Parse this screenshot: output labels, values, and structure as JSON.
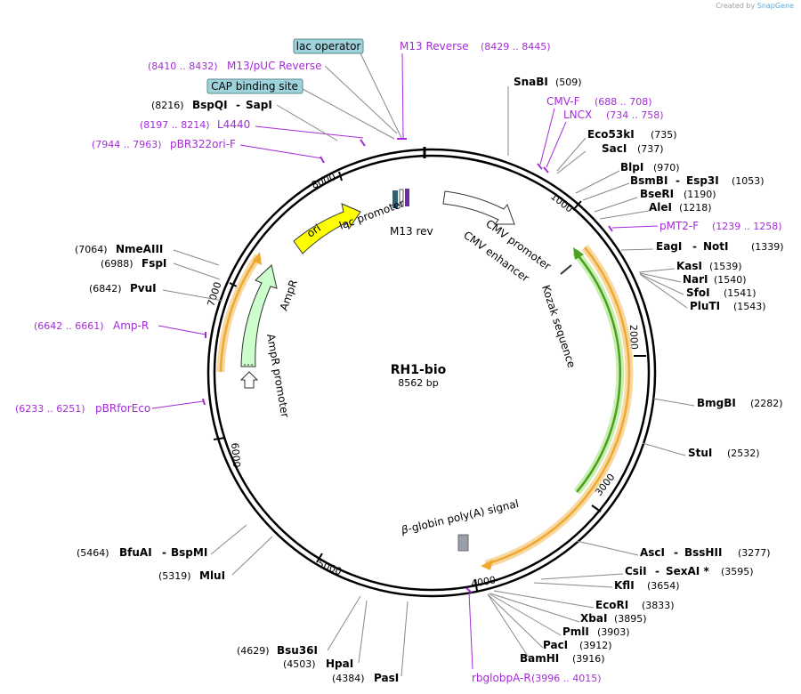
{
  "credit": {
    "prefix": "Created by",
    "brand": "SnapGene"
  },
  "plasmid": {
    "name": "RH1-bio",
    "size_label": "8562 bp"
  },
  "ticks": [
    "1000",
    "2000",
    "3000",
    "4000",
    "5000",
    "6000",
    "7000",
    "8000"
  ],
  "boxed_labels": [
    {
      "label": "lac operator"
    },
    {
      "label": "CAP binding site"
    }
  ],
  "sites": [
    {
      "name": "SnaBI",
      "pos": "(509)"
    },
    {
      "name": "Eco53kI",
      "pos": "(735)"
    },
    {
      "name": "SacI",
      "pos": "(737)"
    },
    {
      "name": "BlpI",
      "pos": "(970)"
    },
    {
      "name": "BsmBI",
      "name2": "Esp3I",
      "pos": "(1053)"
    },
    {
      "name": "BseRI",
      "pos": "(1190)"
    },
    {
      "name": "AleI",
      "pos": "(1218)"
    },
    {
      "name": "EagI",
      "name2": "NotI",
      "pos": "(1339)"
    },
    {
      "name": "KasI",
      "pos": "(1539)"
    },
    {
      "name": "NarI",
      "pos": "(1540)"
    },
    {
      "name": "SfoI",
      "pos": "(1541)"
    },
    {
      "name": "PluTI",
      "pos": "(1543)"
    },
    {
      "name": "BmgBI",
      "pos": "(2282)"
    },
    {
      "name": "StuI",
      "pos": "(2532)"
    },
    {
      "name": "AscI",
      "name2": "BssHII",
      "pos": "(3277)"
    },
    {
      "name": "CsiI",
      "name2": "SexAI *",
      "pos": "(3595)"
    },
    {
      "name": "KflI",
      "pos": "(3654)"
    },
    {
      "name": "EcoRI",
      "pos": "(3833)"
    },
    {
      "name": "XbaI",
      "pos": "(3895)"
    },
    {
      "name": "PmlI",
      "pos": "(3903)"
    },
    {
      "name": "PacI",
      "pos": "(3912)"
    },
    {
      "name": "BamHI",
      "pos": "(3916)"
    },
    {
      "name": "PasI",
      "pos": "(4384)"
    },
    {
      "name": "HpaI",
      "pos": "(4503)"
    },
    {
      "name": "Bsu36I",
      "pos": "(4629)"
    },
    {
      "name": "MluI",
      "pos": "(5319)"
    },
    {
      "name": "BfuAI",
      "name2": "BspMI",
      "pos": "(5464)"
    },
    {
      "name": "PvuI",
      "pos": "(6842)"
    },
    {
      "name": "FspI",
      "pos": "(6988)"
    },
    {
      "name": "NmeAIII",
      "pos": "(7064)"
    },
    {
      "name": "BspQI",
      "name2": "SapI",
      "pos": "(8216)"
    }
  ],
  "primers": [
    {
      "name": "M13 Reverse",
      "pos": "(8429 .. 8445)"
    },
    {
      "name": "M13/pUC Reverse",
      "pos": "(8410 .. 8432)"
    },
    {
      "name": "L4440",
      "pos": "(8197 .. 8214)"
    },
    {
      "name": "pBR322ori-F",
      "pos": "(7944 .. 7963)"
    },
    {
      "name": "CMV-F",
      "pos": "(688 .. 708)"
    },
    {
      "name": "LNCX",
      "pos": "(734 .. 758)"
    },
    {
      "name": "pMT2-F",
      "pos": "(1239 .. 1258)"
    },
    {
      "name": "Amp-R",
      "pos": "(6642 .. 6661)"
    },
    {
      "name": "pBRforEco",
      "pos": "(6233 .. 6251)"
    },
    {
      "name": "rbglobpA-R",
      "pos": "(3996 .. 4015)"
    }
  ],
  "features": {
    "ori": "ori",
    "lac_promoter": "lac promoter",
    "m13_rev": "M13 rev",
    "cmv_promoter": "CMV promoter",
    "cmv_enhancer": "CMV enhancer",
    "kozak": "Kozak sequence",
    "ampr": "AmpR",
    "ampr_promoter": "AmpR promoter",
    "polya_prefix": "β",
    "polya_rest": "-globin poly(A) signal"
  },
  "colors": {
    "ori": "#ffff00",
    "ampr": "#ccffcc",
    "orange_arc": "#f0a830",
    "green_arc": "#4aa020",
    "primer": "#a32cd8",
    "box_fill": "#9fd3db",
    "lac_rect": "#2f5f73",
    "m13_rect": "#6a2ca0",
    "polya_rect": "#9aa0aa"
  }
}
